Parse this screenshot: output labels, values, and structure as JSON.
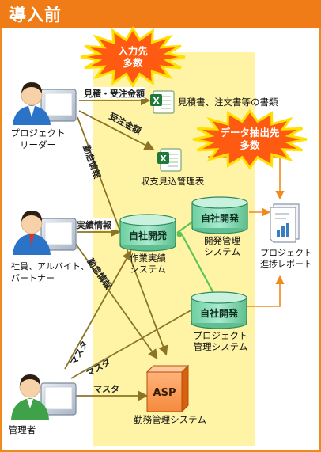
{
  "title": "導入前",
  "colors": {
    "accent": "#ef7c17",
    "arrow": "#8b7524",
    "green_link": "#5ec45a",
    "highlight": "#fff4a6",
    "burst_fill": "#ff5a12",
    "burst_edge": "#ffe000"
  },
  "bursts": {
    "input": [
      "入力先",
      "多数"
    ],
    "extract": [
      "データ抽出先",
      "多数"
    ]
  },
  "actors": {
    "project_leader": [
      "プロジェクト",
      "リーダー"
    ],
    "staff": [
      "社員、アルバイト、",
      "パートナー"
    ],
    "manager": [
      "管理者"
    ]
  },
  "documents": {
    "estimates": "見積書、注文書等の書類",
    "budget": "収支見込管理表",
    "report": [
      "プロジェクト",
      "進捗レポート"
    ]
  },
  "systems": {
    "work_results": {
      "badge": "自社開発",
      "name": [
        "作業実績",
        "システム"
      ]
    },
    "dev_mgmt": {
      "badge": "自社開発",
      "name": [
        "開発管理",
        "システム"
      ]
    },
    "project_mgmt": {
      "badge": "自社開発",
      "name": [
        "プロジェクト",
        "管理システム"
      ]
    },
    "attendance": {
      "badge": "ASP",
      "name": "勤務管理システム"
    }
  },
  "flows": {
    "estimate_order": "見積・受注金額",
    "order_amount": "受注金額",
    "attendance_info_1": "勤怠情報",
    "work_results_info": "作業実績情報",
    "attendance_info_2": "勤怠情報",
    "master_1": "マスタ",
    "master_2": "マスタ",
    "master_3": "マスタ"
  }
}
